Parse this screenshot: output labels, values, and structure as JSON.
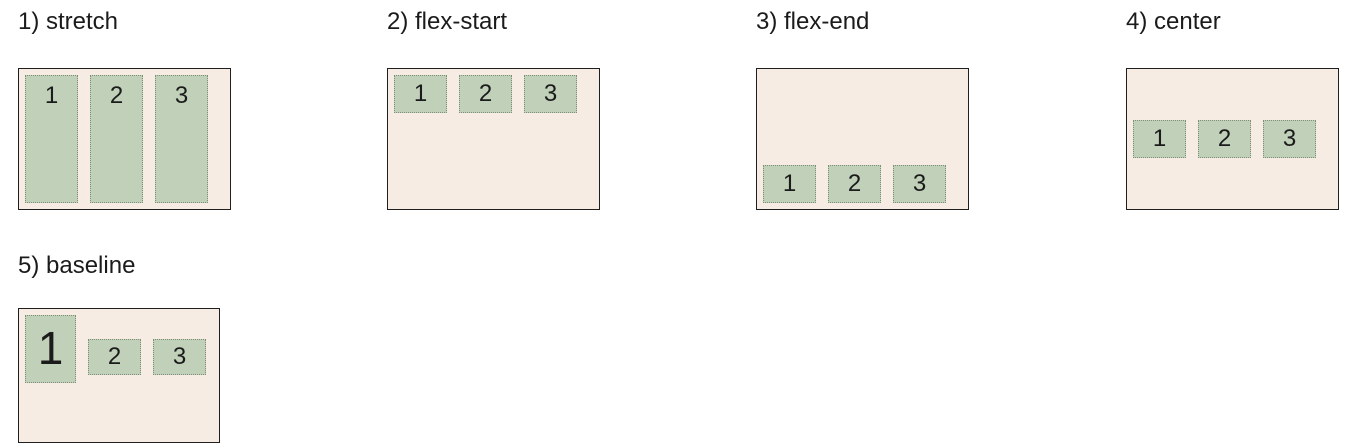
{
  "examples": [
    {
      "title": "1) stretch",
      "items": [
        "1",
        "2",
        "3"
      ]
    },
    {
      "title": "2) flex-start",
      "items": [
        "1",
        "2",
        "3"
      ]
    },
    {
      "title": "3) flex-end",
      "items": [
        "1",
        "2",
        "3"
      ]
    },
    {
      "title": "4) center",
      "items": [
        "1",
        "2",
        "3"
      ]
    },
    {
      "title": "5) baseline",
      "items": [
        "1",
        "2",
        "3"
      ]
    }
  ],
  "colors": {
    "container_background": "#f6ece3",
    "container_border": "#1f1f1f",
    "item_background": "#c1d0b9",
    "item_border": "#7d8f74",
    "text": "#1b1b1b"
  }
}
